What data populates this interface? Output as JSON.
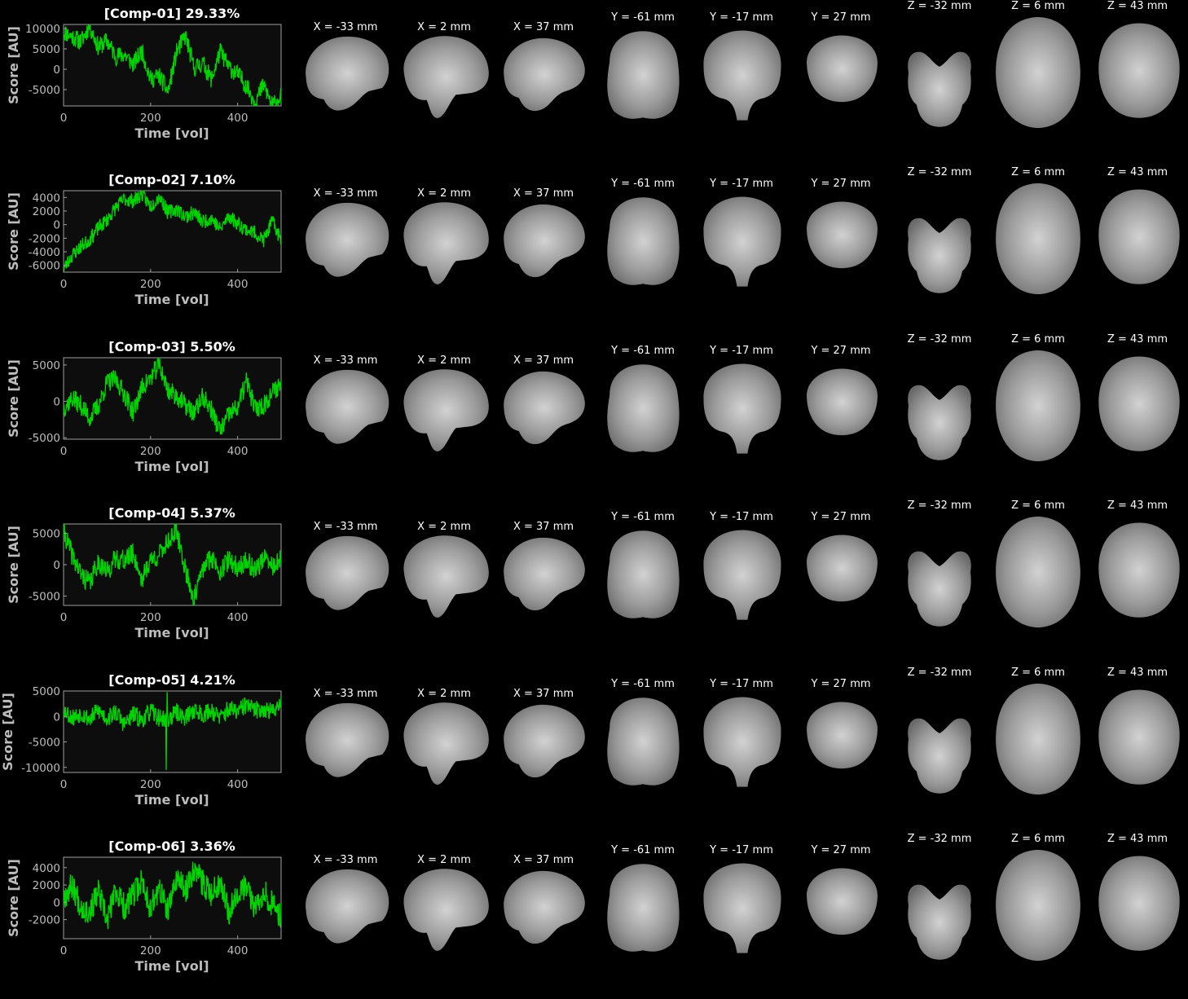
{
  "chart_data": [
    {
      "type": "line",
      "title": "[Comp-01] 29.33%",
      "xlabel": "Time [vol]",
      "ylabel": "Score [AU]",
      "xlim": [
        0,
        500
      ],
      "ylim": [
        -9000,
        11000
      ],
      "xticks": [
        0,
        200,
        400
      ],
      "yticks": [
        10000,
        5000,
        0,
        -5000
      ],
      "ytick_labels": [
        "10000",
        "5000",
        "0",
        "-5000"
      ],
      "xtick_labels": [
        "0",
        "200",
        "400"
      ],
      "series": [
        {
          "color": "#00d400",
          "knots": [
            [
              0,
              9200
            ],
            [
              20,
              8000
            ],
            [
              40,
              6800
            ],
            [
              60,
              10600
            ],
            [
              80,
              5400
            ],
            [
              100,
              7000
            ],
            [
              120,
              3200
            ],
            [
              140,
              3600
            ],
            [
              160,
              1200
            ],
            [
              180,
              4500
            ],
            [
              200,
              -2500
            ],
            [
              220,
              -1600
            ],
            [
              240,
              -5500
            ],
            [
              260,
              4200
            ],
            [
              280,
              8200
            ],
            [
              300,
              300
            ],
            [
              320,
              1500
            ],
            [
              340,
              -2500
            ],
            [
              360,
              4400
            ],
            [
              380,
              500
            ],
            [
              400,
              -1200
            ],
            [
              420,
              -4000
            ],
            [
              440,
              -8000
            ],
            [
              460,
              -3800
            ],
            [
              480,
              -9000
            ],
            [
              500,
              -6500
            ]
          ],
          "amp": 2300,
          "seed": 11
        }
      ]
    },
    {
      "type": "line",
      "title": "[Comp-02] 7.10%",
      "xlabel": "Time [vol]",
      "ylabel": "Score [AU]",
      "xlim": [
        0,
        500
      ],
      "ylim": [
        -7000,
        5000
      ],
      "xticks": [
        0,
        200,
        400
      ],
      "yticks": [
        4000,
        2000,
        0,
        -2000,
        -4000,
        -6000
      ],
      "ytick_labels": [
        "4000",
        "2000",
        "0",
        "-2000",
        "-4000",
        "-6000"
      ],
      "xtick_labels": [
        "0",
        "200",
        "400"
      ],
      "series": [
        {
          "color": "#00d400",
          "knots": [
            [
              0,
              -6500
            ],
            [
              20,
              -4500
            ],
            [
              40,
              -3200
            ],
            [
              60,
              -2200
            ],
            [
              80,
              -500
            ],
            [
              100,
              700
            ],
            [
              120,
              2500
            ],
            [
              140,
              3800
            ],
            [
              160,
              3500
            ],
            [
              180,
              4500
            ],
            [
              200,
              2700
            ],
            [
              220,
              4200
            ],
            [
              240,
              1800
            ],
            [
              260,
              2300
            ],
            [
              280,
              1200
            ],
            [
              300,
              1800
            ],
            [
              320,
              400
            ],
            [
              340,
              1000
            ],
            [
              360,
              -700
            ],
            [
              380,
              1300
            ],
            [
              400,
              200
            ],
            [
              420,
              -700
            ],
            [
              440,
              -1200
            ],
            [
              460,
              -2300
            ],
            [
              480,
              500
            ],
            [
              500,
              -2300
            ]
          ],
          "amp": 1100,
          "seed": 23
        }
      ]
    },
    {
      "type": "line",
      "title": "[Comp-03] 5.50%",
      "xlabel": "Time [vol]",
      "ylabel": "Score [AU]",
      "xlim": [
        0,
        500
      ],
      "ylim": [
        -5200,
        6000
      ],
      "xticks": [
        0,
        200,
        400
      ],
      "yticks": [
        5000,
        0,
        -5000
      ],
      "ytick_labels": [
        "5000",
        "0",
        "-5000"
      ],
      "xtick_labels": [
        "0",
        "200",
        "400"
      ],
      "series": [
        {
          "color": "#00d400",
          "knots": [
            [
              0,
              -900
            ],
            [
              20,
              400
            ],
            [
              40,
              -500
            ],
            [
              60,
              -2300
            ],
            [
              80,
              -600
            ],
            [
              100,
              2600
            ],
            [
              120,
              3000
            ],
            [
              140,
              1000
            ],
            [
              160,
              -1500
            ],
            [
              180,
              1900
            ],
            [
              200,
              3200
            ],
            [
              220,
              5100
            ],
            [
              240,
              1500
            ],
            [
              260,
              800
            ],
            [
              280,
              -600
            ],
            [
              300,
              -1600
            ],
            [
              320,
              600
            ],
            [
              340,
              -1200
            ],
            [
              360,
              -4200
            ],
            [
              380,
              -1800
            ],
            [
              400,
              -900
            ],
            [
              420,
              2800
            ],
            [
              440,
              -1000
            ],
            [
              460,
              -500
            ],
            [
              480,
              1200
            ],
            [
              500,
              2500
            ]
          ],
          "amp": 1400,
          "seed": 37
        }
      ]
    },
    {
      "type": "line",
      "title": "[Comp-04] 5.37%",
      "xlabel": "Time [vol]",
      "ylabel": "Score [AU]",
      "xlim": [
        0,
        500
      ],
      "ylim": [
        -6500,
        6500
      ],
      "xticks": [
        0,
        200,
        400
      ],
      "yticks": [
        5000,
        0,
        -5000
      ],
      "ytick_labels": [
        "5000",
        "0",
        "-5000"
      ],
      "xtick_labels": [
        "0",
        "200",
        "400"
      ],
      "series": [
        {
          "color": "#00d400",
          "knots": [
            [
              0,
              5300
            ],
            [
              20,
              1500
            ],
            [
              40,
              -1500
            ],
            [
              60,
              -3000
            ],
            [
              80,
              500
            ],
            [
              100,
              -1200
            ],
            [
              120,
              1000
            ],
            [
              140,
              700
            ],
            [
              160,
              1800
            ],
            [
              180,
              -2400
            ],
            [
              200,
              800
            ],
            [
              220,
              1500
            ],
            [
              240,
              3900
            ],
            [
              260,
              5200
            ],
            [
              280,
              -800
            ],
            [
              300,
              -5600
            ],
            [
              320,
              -600
            ],
            [
              340,
              1200
            ],
            [
              360,
              -900
            ],
            [
              380,
              700
            ],
            [
              400,
              -500
            ],
            [
              420,
              600
            ],
            [
              440,
              -800
            ],
            [
              460,
              1000
            ],
            [
              480,
              -300
            ],
            [
              500,
              600
            ]
          ],
          "amp": 1700,
          "seed": 41
        }
      ]
    },
    {
      "type": "line",
      "title": "[Comp-05] 4.21%",
      "xlabel": "Time [vol]",
      "ylabel": "Score [AU]",
      "xlim": [
        0,
        500
      ],
      "ylim": [
        -11000,
        5000
      ],
      "xticks": [
        0,
        200,
        400
      ],
      "yticks": [
        5000,
        0,
        -5000,
        -10000
      ],
      "ytick_labels": [
        "5000",
        "0",
        "-5000",
        "-10000"
      ],
      "xtick_labels": [
        "0",
        "200",
        "400"
      ],
      "series": [
        {
          "color": "#00d400",
          "knots": [
            [
              0,
              1500
            ],
            [
              20,
              -300
            ],
            [
              40,
              700
            ],
            [
              60,
              -500
            ],
            [
              80,
              1200
            ],
            [
              100,
              -400
            ],
            [
              120,
              900
            ],
            [
              140,
              -1600
            ],
            [
              160,
              400
            ],
            [
              180,
              -700
            ],
            [
              200,
              1000
            ],
            [
              220,
              -300
            ],
            [
              240,
              -600
            ],
            [
              260,
              800
            ],
            [
              280,
              -200
            ],
            [
              300,
              1300
            ],
            [
              320,
              400
            ],
            [
              340,
              1200
            ],
            [
              360,
              -300
            ],
            [
              380,
              1500
            ],
            [
              400,
              900
            ],
            [
              420,
              2300
            ],
            [
              440,
              1200
            ],
            [
              460,
              1600
            ],
            [
              480,
              800
            ],
            [
              500,
              3200
            ]
          ],
          "amp": 1800,
          "seed": 53,
          "spikes": [
            [
              236,
              -10500
            ],
            [
              238,
              4800
            ]
          ]
        }
      ]
    },
    {
      "type": "line",
      "title": "[Comp-06] 3.36%",
      "xlabel": "Time [vol]",
      "ylabel": "Score [AU]",
      "xlim": [
        0,
        500
      ],
      "ylim": [
        -4200,
        5200
      ],
      "xticks": [
        0,
        200,
        400
      ],
      "yticks": [
        4000,
        2000,
        0,
        -2000
      ],
      "ytick_labels": [
        "4000",
        "2000",
        "0",
        "-2000"
      ],
      "xtick_labels": [
        "0",
        "200",
        "400"
      ],
      "series": [
        {
          "color": "#00d400",
          "knots": [
            [
              0,
              600
            ],
            [
              20,
              2000
            ],
            [
              40,
              -400
            ],
            [
              60,
              -1200
            ],
            [
              80,
              1200
            ],
            [
              100,
              -2200
            ],
            [
              120,
              1400
            ],
            [
              140,
              -600
            ],
            [
              160,
              800
            ],
            [
              180,
              2500
            ],
            [
              200,
              -700
            ],
            [
              220,
              1600
            ],
            [
              240,
              -1200
            ],
            [
              260,
              3000
            ],
            [
              280,
              1200
            ],
            [
              300,
              4100
            ],
            [
              320,
              2200
            ],
            [
              340,
              1100
            ],
            [
              360,
              2500
            ],
            [
              380,
              -1000
            ],
            [
              400,
              1300
            ],
            [
              420,
              1800
            ],
            [
              440,
              -800
            ],
            [
              460,
              1500
            ],
            [
              480,
              -400
            ],
            [
              500,
              -1500
            ]
          ],
          "amp": 1600,
          "seed": 67
        }
      ]
    }
  ],
  "slices": [
    {
      "label": "X = -33 mm",
      "kind": "sag-left"
    },
    {
      "label": "X = 2 mm",
      "kind": "sag-mid"
    },
    {
      "label": "X = 37 mm",
      "kind": "sag-right"
    },
    {
      "label": "Y = -61 mm",
      "kind": "cor-post"
    },
    {
      "label": "Y = -17 mm",
      "kind": "cor-mid"
    },
    {
      "label": "Y = 27 mm",
      "kind": "cor-ant"
    },
    {
      "label": "Z = -32 mm",
      "kind": "ax-low"
    },
    {
      "label": "Z = 6 mm",
      "kind": "ax-mid"
    },
    {
      "label": "Z = 43 mm",
      "kind": "ax-high"
    }
  ],
  "colors": {
    "positive": "#ff7a00",
    "positive_strong": "#ffe000",
    "negative": "#1e6fff",
    "negative_strong": "#3fd0ff",
    "brain": "#a8a8a8",
    "signal": "#00d400"
  }
}
